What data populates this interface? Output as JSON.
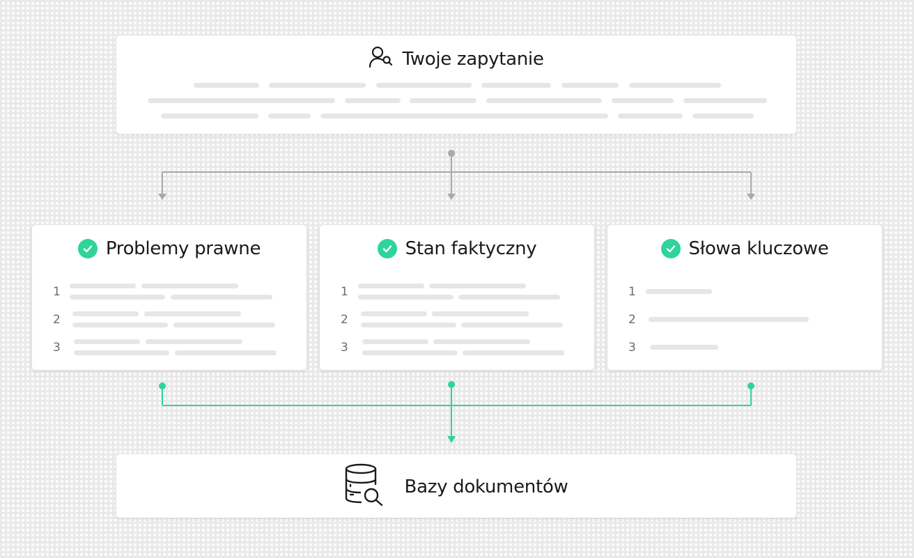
{
  "query": {
    "title": "Twoje zapytanie",
    "icon": "user-search-icon"
  },
  "boxes": [
    {
      "title": "Problemy prawne",
      "icon": "check-circle-icon",
      "items": [
        "1",
        "2",
        "3"
      ]
    },
    {
      "title": "Stan faktyczny",
      "icon": "check-circle-icon",
      "items": [
        "1",
        "2",
        "3"
      ]
    },
    {
      "title": "Słowa kluczowe",
      "icon": "check-circle-icon",
      "items": [
        "1",
        "2",
        "3"
      ]
    }
  ],
  "database": {
    "title": "Bazy dokumentów",
    "icon": "database-search-icon"
  },
  "colors": {
    "accent": "#2fd49a",
    "connector_gray": "#a8a8b0",
    "placeholder": "#e6e6e6",
    "text": "#1a1a1a"
  }
}
